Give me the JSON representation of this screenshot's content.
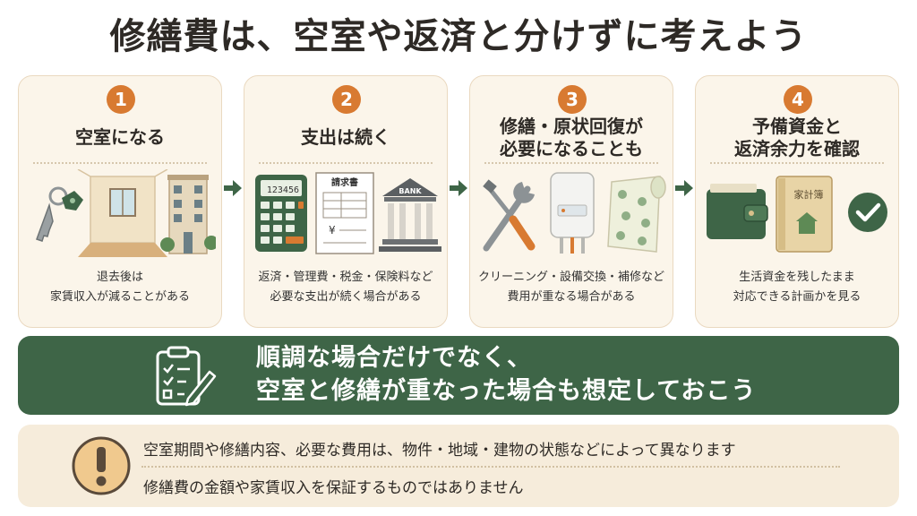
{
  "title": "修繕費は、空室や返済と分けずに考えよう",
  "colors": {
    "accent_orange": "#d87a31",
    "banner_green": "#3e6547",
    "card_bg": "#fbf5ea",
    "note_bg": "#f6ecdb"
  },
  "steps": [
    {
      "number": "1",
      "title_lines": [
        "空室になる"
      ],
      "description_lines": [
        "退去後は",
        "家賃収入が減ることがある"
      ],
      "icons": [
        "keys-icon",
        "empty-room-icon",
        "apartment-building-icon"
      ]
    },
    {
      "number": "2",
      "title_lines": [
        "支出は続く"
      ],
      "description_lines": [
        "返済・管理費・税金・保険料など",
        "必要な支出が続く場合がある"
      ],
      "calculator_display": "123456",
      "invoice_title": "請求書",
      "invoice_symbol": "¥",
      "bank_label": "BANK",
      "icons": [
        "calculator-icon",
        "invoice-icon",
        "bank-icon"
      ]
    },
    {
      "number": "3",
      "title_lines": [
        "修繕・原状回復が",
        "必要になることも"
      ],
      "description_lines": [
        "クリーニング・設備交換・補修など",
        "費用が重なる場合がある"
      ],
      "icons": [
        "tools-icon",
        "water-heater-icon",
        "wallpaper-roll-icon"
      ]
    },
    {
      "number": "4",
      "title_lines": [
        "予備資金と",
        "返済余力を確認"
      ],
      "description_lines": [
        "生活資金を残したまま",
        "対応できる計画かを見る"
      ],
      "household_book_label": "家計簿",
      "icons": [
        "wallet-icon",
        "household-book-icon",
        "checkmark-icon"
      ]
    }
  ],
  "banner": {
    "lines": [
      "順調な場合だけでなく、",
      "空室と修繕が重なった場合も想定しておこう"
    ],
    "icon": "checklist-clipboard-icon"
  },
  "note": {
    "icon": "exclamation-icon",
    "lines": [
      "空室期間や修繕内容、必要な費用は、物件・地域・建物の状態などによって異なります",
      "修繕費の金額や家賃収入を保証するものではありません"
    ]
  }
}
